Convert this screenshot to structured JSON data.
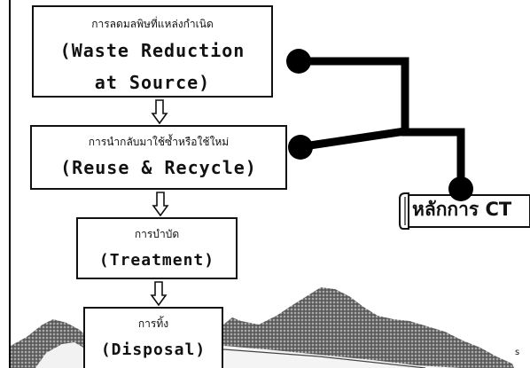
{
  "hierarchy": [
    {
      "thai": "การลดมลพิษที่แหล่งกำเนิด",
      "english_line1": "(Waste Reduction",
      "english_line2": "at Source)"
    },
    {
      "thai": "การนำกลับมาใช้ซ้ำหรือใช้ใหม่",
      "english": "(Reuse & Recycle)"
    },
    {
      "thai": "การบำบัด",
      "english": "(Treatment)"
    },
    {
      "thai": "การทิ้ง",
      "english": "(Disposal)"
    }
  ],
  "ct_label": "หลักการ CT",
  "corner_text": "s"
}
